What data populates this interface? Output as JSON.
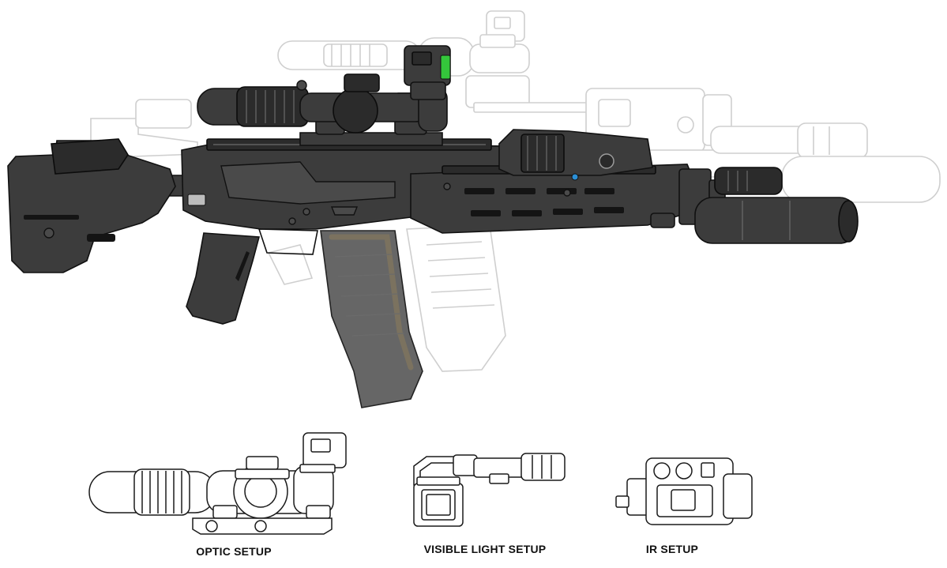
{
  "setups": [
    {
      "caption": "OPTIC SETUP"
    },
    {
      "caption": "VISIBLE LIGHT SETUP"
    },
    {
      "caption": "IR SETUP"
    }
  ],
  "colors": {
    "rifle": "#3c3c3c",
    "ghost_outline": "#cfcfcf",
    "accent_green": "#34c73b",
    "accent_blue": "#2b8fd6"
  }
}
